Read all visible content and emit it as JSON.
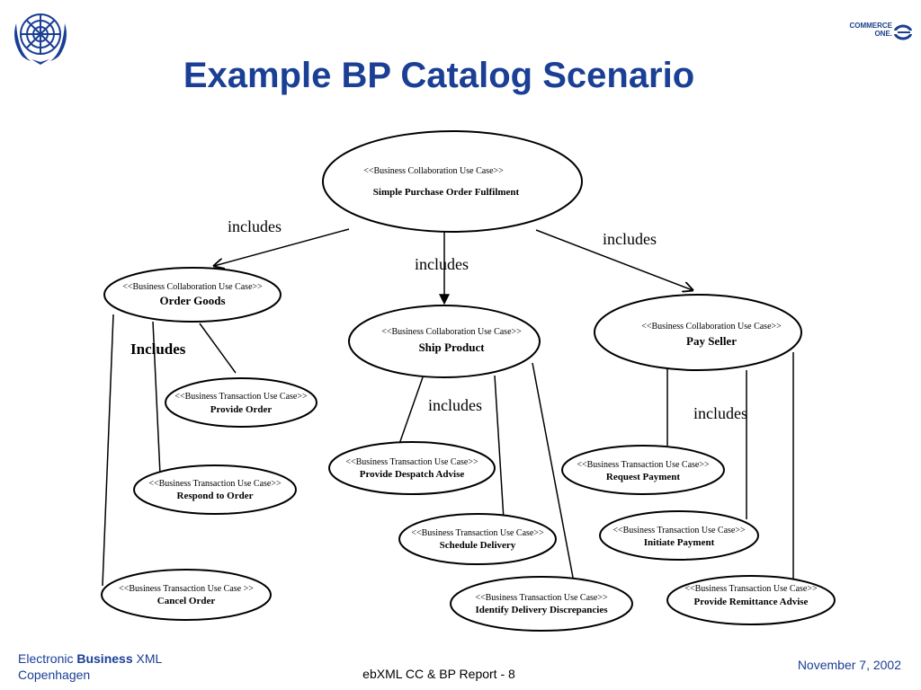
{
  "slide": {
    "title": "Example BP Catalog Scenario"
  },
  "logos": {
    "commerce_one": {
      "line1": "COMMERCE",
      "line2": "ONE."
    }
  },
  "diagram": {
    "root": {
      "stereotype": "<<Business Collaboration Use Case>>",
      "name": "Simple Purchase Order Fulfilment"
    },
    "collaborations": [
      {
        "stereotype": "<<Business Collaboration Use Case>>",
        "name": "Order Goods"
      },
      {
        "stereotype": "<<Business Collaboration Use Case>>",
        "name": "Ship Product"
      },
      {
        "stereotype": "<<Business Collaboration Use Case>>",
        "name": "Pay Seller"
      }
    ],
    "transactions": [
      {
        "stereotype": "<<Business Transaction Use Case>>",
        "name": "Provide Order"
      },
      {
        "stereotype": "<<Business Transaction Use Case>>",
        "name": "Respond to Order"
      },
      {
        "stereotype": "<<Business Transaction Use Case >>",
        "name": "Cancel Order"
      },
      {
        "stereotype": "<<Business Transaction Use Case>>",
        "name": "Provide Despatch Advise"
      },
      {
        "stereotype": "<<Business Transaction Use Case>>",
        "name": "Schedule Delivery"
      },
      {
        "stereotype": "<<Business Transaction Use Case>>",
        "name": "Identify Delivery Discrepancies"
      },
      {
        "stereotype": "<<Business Transaction Use Case>>",
        "name": "Request Payment"
      },
      {
        "stereotype": "<<Business Transaction Use Case>>",
        "name": "Initiate Payment"
      },
      {
        "stereotype": "<<Business Transaction Use Case>>",
        "name": "Provide Remittance Advise"
      }
    ],
    "relations": {
      "root_order": "includes",
      "root_ship": "includes",
      "root_pay": "includes",
      "order_group": "Includes",
      "ship_group": "includes",
      "pay_group": "includes"
    }
  },
  "footer": {
    "left_prefix": "Electronic ",
    "left_bold": "Business",
    "left_suffix": " XML",
    "left_line2": "Copenhagen",
    "center": "ebXML CC & BP Report - 8",
    "right": "November 7, 2002"
  }
}
